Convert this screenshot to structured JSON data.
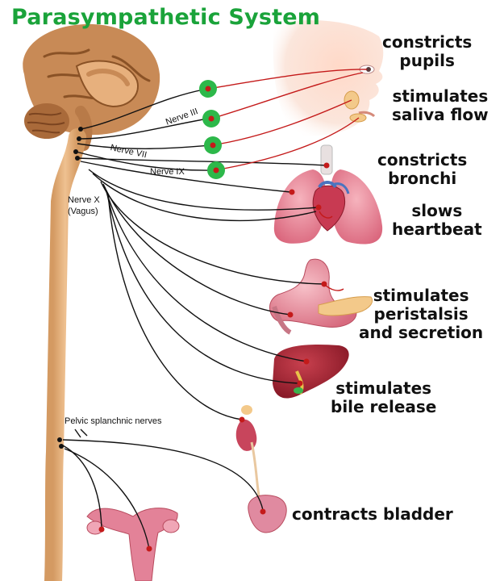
{
  "title": "Parasympathetic System",
  "colors": {
    "title": "#1aa33a",
    "brain": "#c88a56",
    "brain_dark": "#8a5226",
    "spinal_cord": "#e3b07c",
    "nerve": "#111111",
    "post_nerve": "#c41a1a",
    "ganglion": "#2db84a",
    "organ": "#d9637a",
    "organ_dark": "#9c2b3f",
    "liver": "#9b1c2a"
  },
  "nerve_labels": {
    "cn3": "Nerve III",
    "cn7": "Nerve VII",
    "cn9": "Nerve IX",
    "cn10_line1": "Nerve X",
    "cn10_line2": "(Vagus)",
    "pelvic": "Pelvic splanchnic nerves"
  },
  "effects": {
    "pupils": [
      "constricts",
      "pupils"
    ],
    "saliva": [
      "stimulates",
      "saliva flow"
    ],
    "bronchi": [
      "constricts",
      "bronchi"
    ],
    "heart": [
      "slows",
      "heartbeat"
    ],
    "digestion": [
      "stimulates",
      "peristalsis",
      "and secretion"
    ],
    "bile": [
      "stimulates",
      "bile release"
    ],
    "bladder": [
      "contracts bladder"
    ]
  }
}
